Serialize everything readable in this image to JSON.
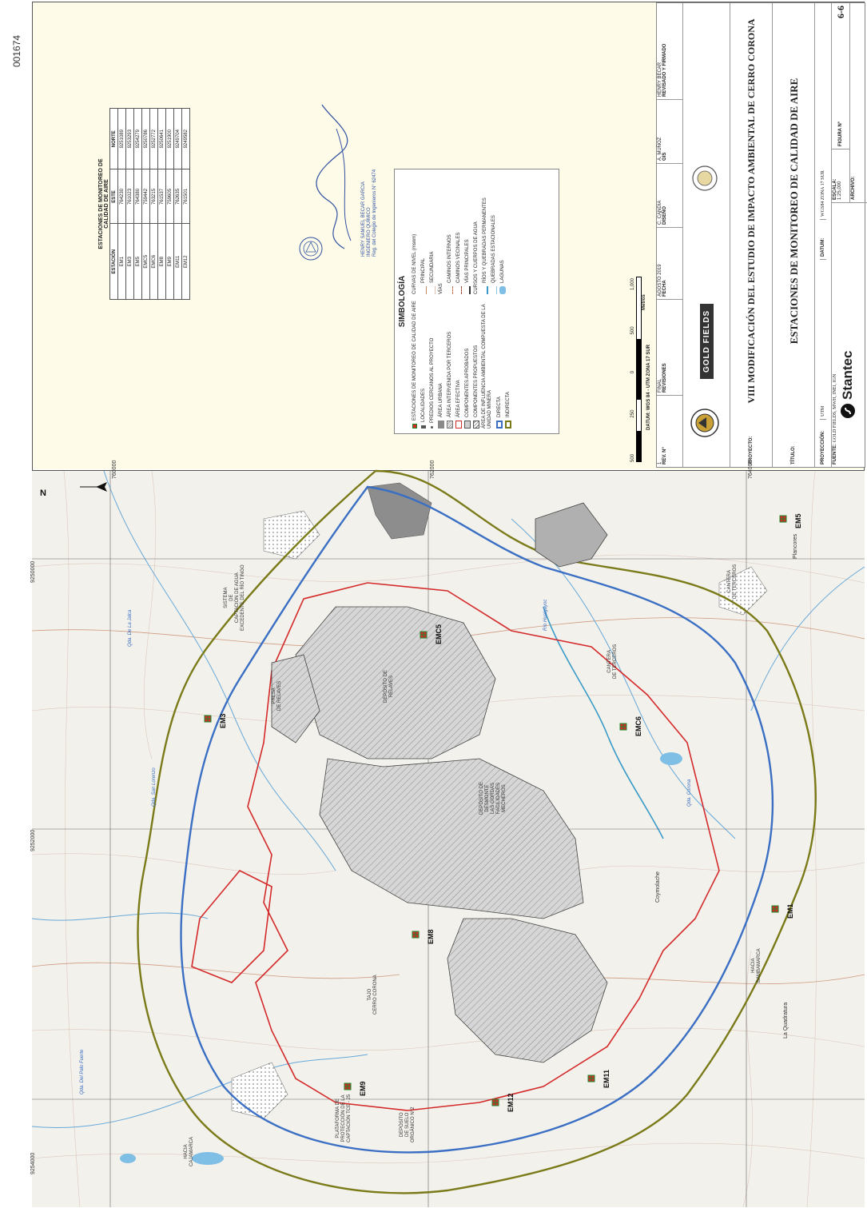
{
  "page_code": "001674",
  "colors": {
    "map_background": "#f2f1ec",
    "info_background": "#fefce9",
    "direct_influence": "#3a6fc4",
    "indirect_influence": "#7a7a18",
    "effective_area": "#d42a2a",
    "component_fill": "#c9c9c9",
    "river": "#67a8d8",
    "station": "#d22a2a",
    "station_cross": "#1f8a2a"
  },
  "map": {
    "north_label": "N",
    "grid_east": [
      "760000",
      "762000",
      "764000"
    ],
    "grid_north": [
      "9254000",
      "9252000",
      "9250000"
    ],
    "stations": [
      {
        "id": "EM5"
      },
      {
        "id": "EMC6"
      },
      {
        "id": "EM1"
      },
      {
        "id": "EM11"
      },
      {
        "id": "EM3"
      },
      {
        "id": "EM8"
      },
      {
        "id": "EM12"
      },
      {
        "id": "EM9"
      },
      {
        "id": "EMC5"
      }
    ],
    "labels": {
      "plancores": "Plancores",
      "la_quadratura": "La Quadratura",
      "coymolache": "Coymolache",
      "tajo": "TAJO\nCERRO CORONA",
      "deposito_desmonte": "DEPÓSITO DE\nDESMONTE\nLAS GORDAS\nFACILIDADES\nMECHEROS",
      "deposito_relaves": "DEPÓSITO DE\nRELAVES",
      "presa_relaves": "PRESA\nDE RELAVES",
      "sistema_captacion": "SISTEMA\nDE\nCAPTACIÓN DE AGUA\nEXCEDENTE DEL RÍO TINGO",
      "plataforma": "PLATAFORMA DE\nPROTECCIÓN DE LA\nCAPTACIÓN TCE - 25",
      "deposito_suelo": "DEPÓSITO\nDE SUELO\nORGÁNICO N°2",
      "cantera_terceros": "CANTERA\nDE TERCEROS",
      "cantera_terceros_2": "CANTERA\nDE TERCEROS",
      "hacia_bambamarca": "HACIA\nBAMBAMARCA",
      "hacia_cajamarca": "HACIA\nCAJAMARCA",
      "qda_corona": "Qda. Corona",
      "qda_san_lorenzo": "Qda. San Lorenzo",
      "qda_la_jalca": "Qda. De La Jalca",
      "qda_palo_fuerte": "Qda. Del Palo Fuerte",
      "rio_hualgayoc": "Río Hualgayoc"
    }
  },
  "stations_table": {
    "title": "ESTACIONES DE MONITOREO DE\nCALIDAD DE AIRE",
    "headers": [
      "ESTACIÓN",
      "ESTE",
      "NORTE"
    ],
    "rows": [
      [
        "EM1",
        "764230",
        "9251089"
      ],
      [
        "EM3",
        "761023",
        "9253293"
      ],
      [
        "EM5",
        "764380",
        "9254279"
      ],
      [
        "EMC5",
        "759442",
        "9250786"
      ],
      [
        "EMC6",
        "763215",
        "9252772"
      ],
      [
        "EM8",
        "761537",
        "9250641"
      ],
      [
        "EM9",
        "759605",
        "9251900"
      ],
      [
        "EM11",
        "762635",
        "9249704"
      ],
      [
        "EM12",
        "761501",
        "9249582"
      ]
    ]
  },
  "signature": {
    "line1": "HENRY SAMUEL BECAR GARCIA",
    "line2": "INGENIERO QUÍMICO",
    "line3": "Reg. del Colegio de Ingenieros N° 62474"
  },
  "legend": {
    "title": "SIMBOLOGÍA",
    "left_items": [
      "ESTACIONES DE MONITOREO DE CALIDAD DE AIRE",
      "LOCALIDADES",
      "PREDIOS CERCANOS AL PROYECTO",
      "ÁREA URBANA",
      "ÁREA INTERVENIDA POR TERCEROS",
      "ÁREA EFECTIVA",
      "COMPONENTES APROBADOS",
      "COMPONENTES PROPUESTOS",
      "ÁREA DE INFLUENCIA AMBIENTAL COMPUESTA DE LA UNIDAD MINERA",
      "DIRECTA",
      "INDIRECTA"
    ],
    "right_items": [
      "CURVAS DE NIVEL (msnm)",
      "PRINCIPAL",
      "SECUNDARIA",
      "VÍAS",
      "CAMINOS INTERNOS",
      "CAMINOS VECINALES",
      "VÍAS PRINCIPALES",
      "CURSOS Y CUERPOS DE AGUA",
      "RÍOS Y QUEBRADAS PERMANENTES",
      "QUEBRADAS ESTACIONALES",
      "LAGUNAS"
    ]
  },
  "scale_bar": {
    "labels": [
      "500",
      "250",
      "0",
      "500",
      "1,000"
    ],
    "unit": "Metros",
    "datum": "DATUM: WGS 84 - UTM ZONA 17 SUR"
  },
  "title_block": {
    "revisions": {
      "rev_num": "1",
      "rev_label": "REV. N°",
      "status": "FINAL",
      "status_label": "REVISIONES",
      "date": "AGOSTO 2019",
      "date_label": "FECHA",
      "design": "C. CANDIA",
      "design_label": "DISEÑO",
      "draw": "A. MUÑOZ",
      "draw_label": "GIS",
      "check": "HENRY BECAR",
      "check_label": "REVISADO Y FIRMADO"
    },
    "client_logo": "GOLD FIELDS",
    "proyecto_label": "PROYECTO:",
    "proyecto": "VIII MODIFICACIÓN DEL ESTUDIO DE IMPACTO AMBIENTAL DE CERRO CORONA",
    "titulo_label": "TÍTULO:",
    "titulo": "ESTACIONES DE MONITOREO DE CALIDAD DE AIRE",
    "proyeccion_label": "PROYECCIÓN:",
    "proyeccion": "UTM",
    "datum_label": "DATUM:",
    "datum": "WGS84 ZONA 17 SUR",
    "fuente_label": "FUENTE:",
    "fuente": "GOLD FIELDS, MWH, INEI, IGN",
    "escala_label": "ESCALA:",
    "escala": "1:25,000",
    "figura_label": "FIGURA N°",
    "figura": "6-6",
    "archivo_label": "ARCHIVO:",
    "consultant_logo": "Stantec"
  }
}
